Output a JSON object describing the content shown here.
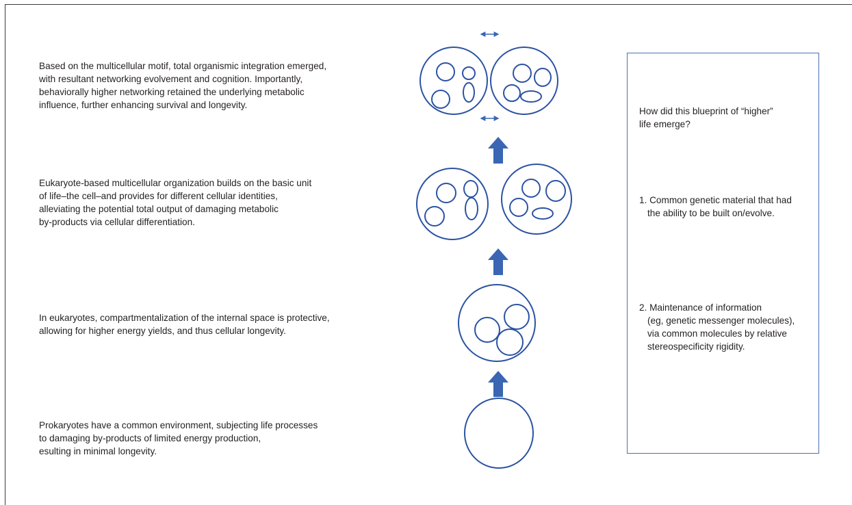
{
  "stages": [
    {
      "id": "multicellular-network",
      "lines": [
        "Based on the multicellular motif, total organismic integration emerged,",
        "with resultant networking evolvement and cognition. Importantly,",
        "behaviorally higher networking retained the underlying metabolic",
        "influence, further enhancing survival and longevity."
      ]
    },
    {
      "id": "multicellular",
      "lines": [
        "Eukaryote-based multicellular organization builds on the basic unit",
        "of life–the cell–and provides for different cellular identities,",
        "alleviating the potential total output of damaging metabolic",
        "by-products via cellular differentiation."
      ]
    },
    {
      "id": "eukaryote",
      "lines": [
        "In eukaryotes, compartmentalization of the internal space is protective,",
        "allowing for higher energy yields, and thus cellular longevity."
      ]
    },
    {
      "id": "prokaryote",
      "lines": [
        "Prokaryotes have a common environment, subjecting life processes",
        "to damaging by-products of limited energy production,",
        "esulting in minimal longevity."
      ]
    }
  ],
  "sidebar": {
    "question_lines": [
      "How did this blueprint of “higher”",
      "life emerge?"
    ],
    "point1_lines": [
      "1. Common genetic material that had",
      "the ability to be built on/evolve."
    ],
    "point2_lines": [
      "2. Maintenance of information",
      "(eg, genetic messenger molecules),",
      "via common molecules by relative",
      "stereospecificity rigidity."
    ]
  },
  "colors": {
    "outline": "#2b52a3",
    "arrow": "#3a66b4",
    "box_border": "#4a6fb5",
    "text": "#231f20"
  },
  "icons": [
    "up-arrow-icon",
    "double-headed-arrow-icon",
    "cell-circle-icon"
  ]
}
